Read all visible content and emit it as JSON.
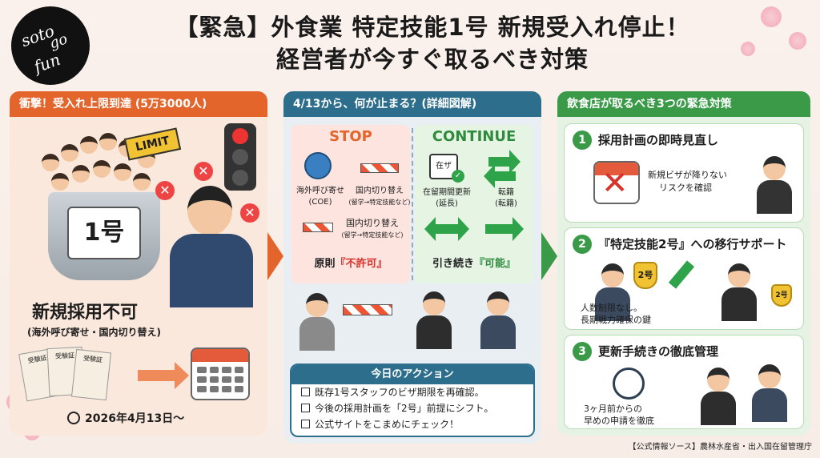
{
  "logo": {
    "text": "soto go fun"
  },
  "title": {
    "line1": "【緊急】外食業 特定技能1号 新規受入れ停止！",
    "line2": "経営者が今すぐ取るべき対策"
  },
  "panel1": {
    "header": "衝撃！受入れ上限到達 (5万3000人)",
    "limit_sign": "LIMIT",
    "bucket_label": "1号",
    "headline": "新規採用不可",
    "sub": "(海外呼び寄せ・国内切り替え)",
    "doc_label": "受験証",
    "date": "2026年4月13日〜"
  },
  "panel2": {
    "header": "4/13から、何が止まる？(詳細図解)",
    "stop": {
      "title": "STOP",
      "item1": "海外呼び寄せ",
      "item1_sub": "(COE)",
      "item2": "国内切り替え",
      "item2_sub": "(留学→特定技能など)",
      "item3": "国内切り替え",
      "item3_sub": "(留学→特定技能など)",
      "footer_prefix": "原則",
      "footer_emph": "『不許可』"
    },
    "continue": {
      "title": "CONTINUE",
      "card_text": "在ザ",
      "item1": "在留期間更新",
      "item1_sub": "(延長)",
      "item2": "転籍",
      "item2_sub": "(転籍)",
      "footer_prefix": "引き続き",
      "footer_emph": "『可能』"
    },
    "actions": {
      "title": "今日のアクション",
      "items": [
        "既存1号スタッフのビザ期限を再確認。",
        "今後の採用計画を「2号」前提にシフト。",
        "公式サイトをこまめにチェック！"
      ]
    }
  },
  "panel3": {
    "header": "飲食店が取るべき3つの緊急対策",
    "card1": {
      "num": "1",
      "title": "採用計画の即時見直し",
      "text1": "新規ビザが降りない",
      "text2": "リスクを確認"
    },
    "card2": {
      "num": "2",
      "title": "『特定技能2号』への移行サポート",
      "medal": "2号",
      "badge": "2号",
      "text1": "人数制限なし。",
      "text2": "長期戦力確保の鍵"
    },
    "card3": {
      "num": "3",
      "title": "更新手続きの徹底管理",
      "text1": "3ヶ月前からの",
      "text2": "早めの申請を徹底"
    }
  },
  "source": "【公式情報ソース】農林水産省・出入国在留管理庁",
  "colors": {
    "orange": "#e4652b",
    "teal": "#2d6e8c",
    "green": "#3a9a48",
    "red": "#d8322a"
  }
}
